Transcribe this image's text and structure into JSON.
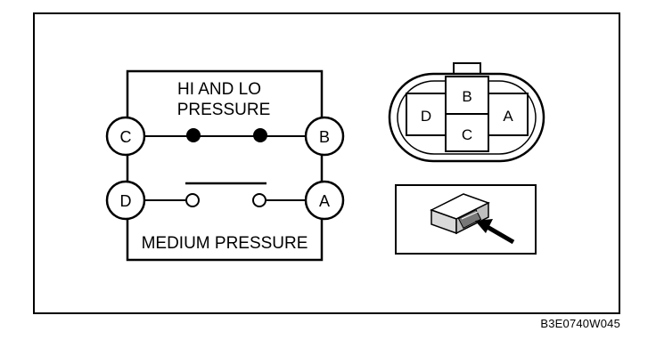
{
  "switch_diagram": {
    "top_label_line1": "HI AND LO",
    "top_label_line2": "PRESSURE",
    "bottom_label": "MEDIUM PRESSURE",
    "terminals": {
      "c": "C",
      "b": "B",
      "d": "D",
      "a": "A"
    }
  },
  "connector_face": {
    "pins": {
      "b": "B",
      "c": "C",
      "d": "D",
      "a": "A"
    }
  },
  "caption": "B3E0740W045"
}
